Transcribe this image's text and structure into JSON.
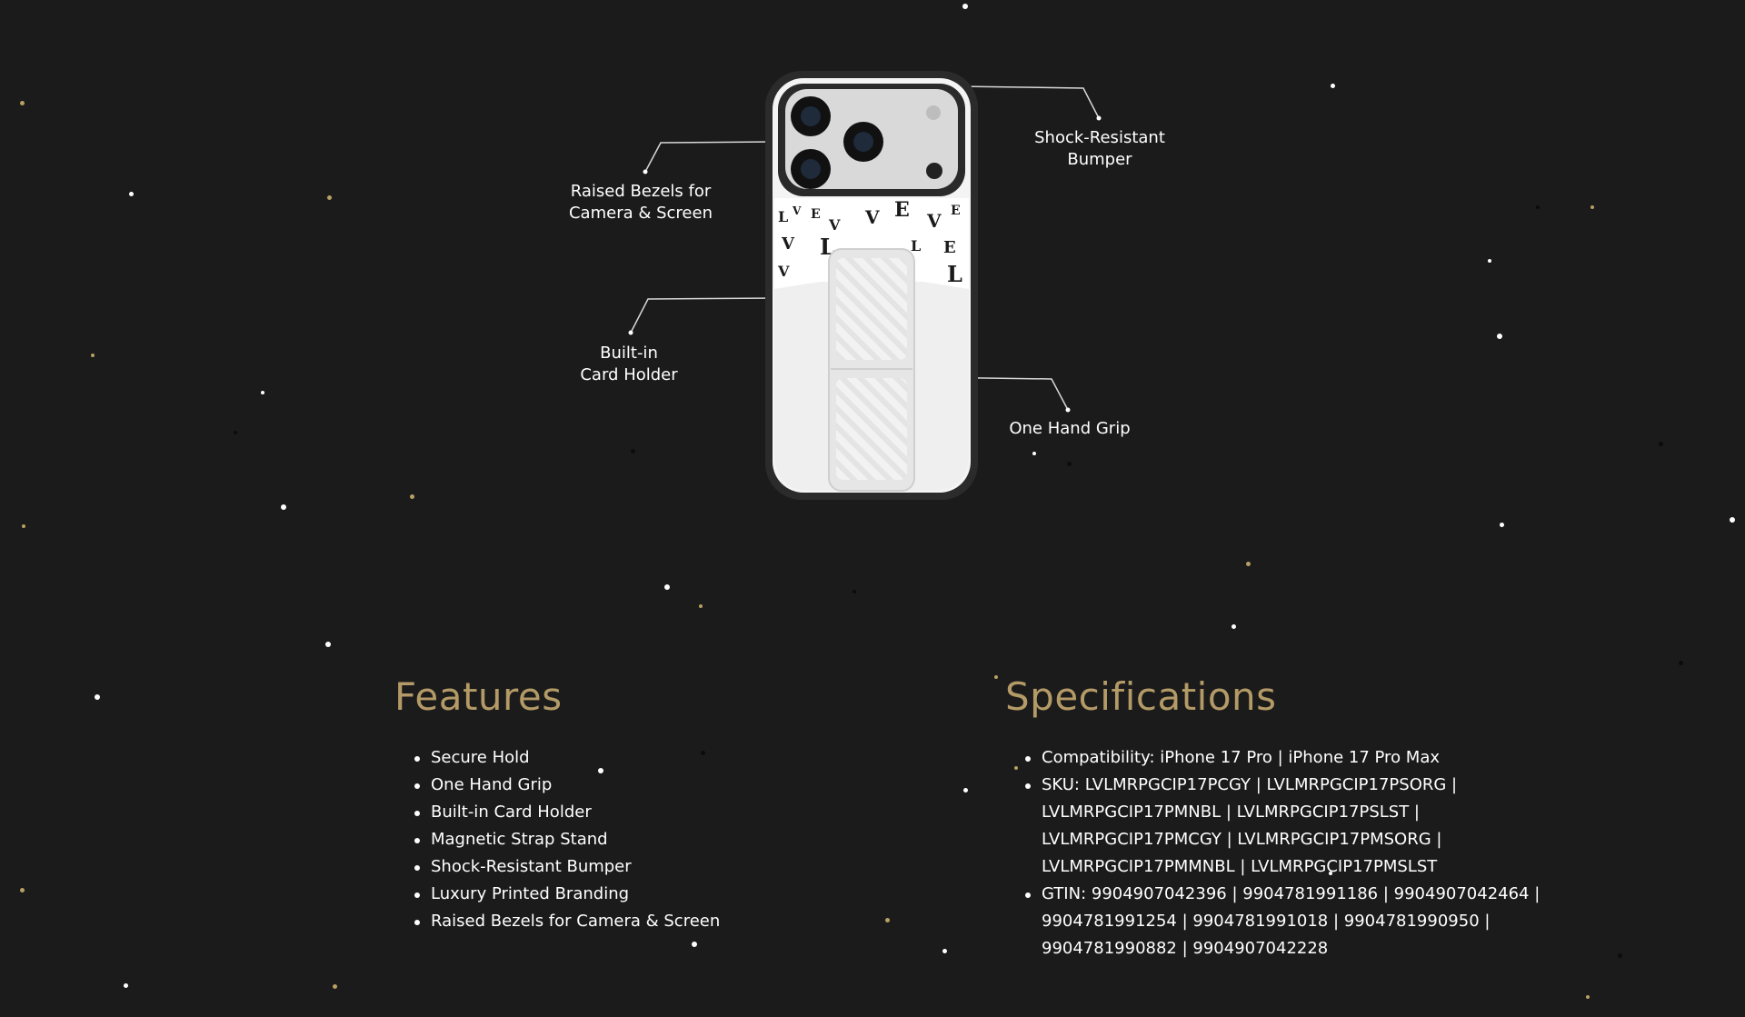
{
  "callouts": {
    "raised_bezels": [
      "Raised Bezels for",
      "Camera & Screen"
    ],
    "shock_bumper": [
      "Shock-Resistant",
      "Bumper"
    ],
    "card_holder": [
      "Built-in",
      "Card Holder"
    ],
    "one_hand_grip": "One Hand Grip"
  },
  "features": {
    "title": "Features",
    "items": [
      "Secure Hold",
      "One Hand Grip",
      "Built-in Card Holder",
      "Magnetic Strap Stand",
      "Shock-Resistant Bumper",
      "Luxury Printed Branding",
      "Raised Bezels for Camera & Screen"
    ]
  },
  "specifications": {
    "title": "Specifications",
    "compatibility": "Compatibility: iPhone 17 Pro | iPhone 17 Pro Max",
    "sku_lines": [
      "SKU: LVLMRPGCIP17PCGY | LVLMRPGCIP17PSORG |",
      "LVLMRPGCIP17PMNBL | LVLMRPGCIP17PSLST |",
      "LVLMRPGCIP17PMCGY | LVLMRPGCIP17PMSORG |",
      "LVLMRPGCIP17PMMNBL | LVLMRPGCIP17PMSLST"
    ],
    "gtin_lines": [
      "GTIN: 9904907042396 | 9904781991186 | 9904907042464 |",
      "9904781991254 | 9904781991018 | 9904781990950 |",
      "9904781990882 | 9904907042228"
    ]
  },
  "colors": {
    "background": "#1b1b1b",
    "title_gold": "#b39a66",
    "text": "#ffffff"
  }
}
